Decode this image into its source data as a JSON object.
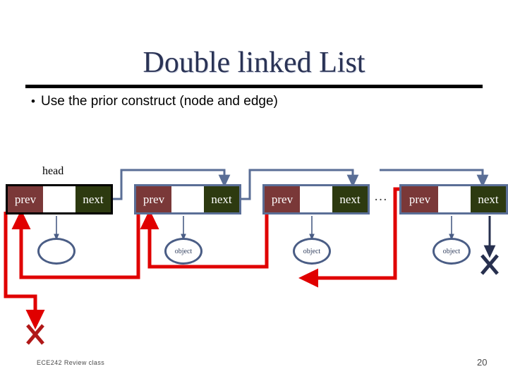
{
  "slide": {
    "title": "Double linked List",
    "bullet_marker": "•",
    "bullet_text": "Use the prior construct (node and edge)",
    "footer_note": "ECE242 Review class",
    "page_number": "20",
    "ellipsis": "…"
  },
  "diagram": {
    "head_label": "head",
    "nodes": [
      {
        "id": "node-1",
        "prev_label": "prev",
        "data_label": "",
        "next_label": "next",
        "border_color": "#000000",
        "object_label": ""
      },
      {
        "id": "node-2",
        "prev_label": "prev",
        "data_label": "",
        "next_label": "next",
        "border_color": "#5a6e96",
        "object_label": "object"
      },
      {
        "id": "node-3",
        "prev_label": "prev",
        "data_label": "",
        "next_label": "next",
        "border_color": "#5a6e96",
        "object_label": "object"
      },
      {
        "id": "node-4",
        "prev_label": "prev",
        "data_label": "",
        "next_label": "next",
        "border_color": "#5a6e96",
        "object_label": "object"
      }
    ],
    "terminators": [
      {
        "id": "null-terminator-left",
        "glyph": "X",
        "color": "#b01818"
      },
      {
        "id": "null-terminator-right",
        "glyph": "X",
        "color": "#27304f"
      }
    ]
  },
  "colors": {
    "title": "#2a3355",
    "prev_cell": "#7a3838",
    "next_cell": "#2d3a10",
    "next_wire": "#5a6e96",
    "prev_wire": "#e00000",
    "object_wire": "#4a5d85",
    "rule": "#000000"
  }
}
